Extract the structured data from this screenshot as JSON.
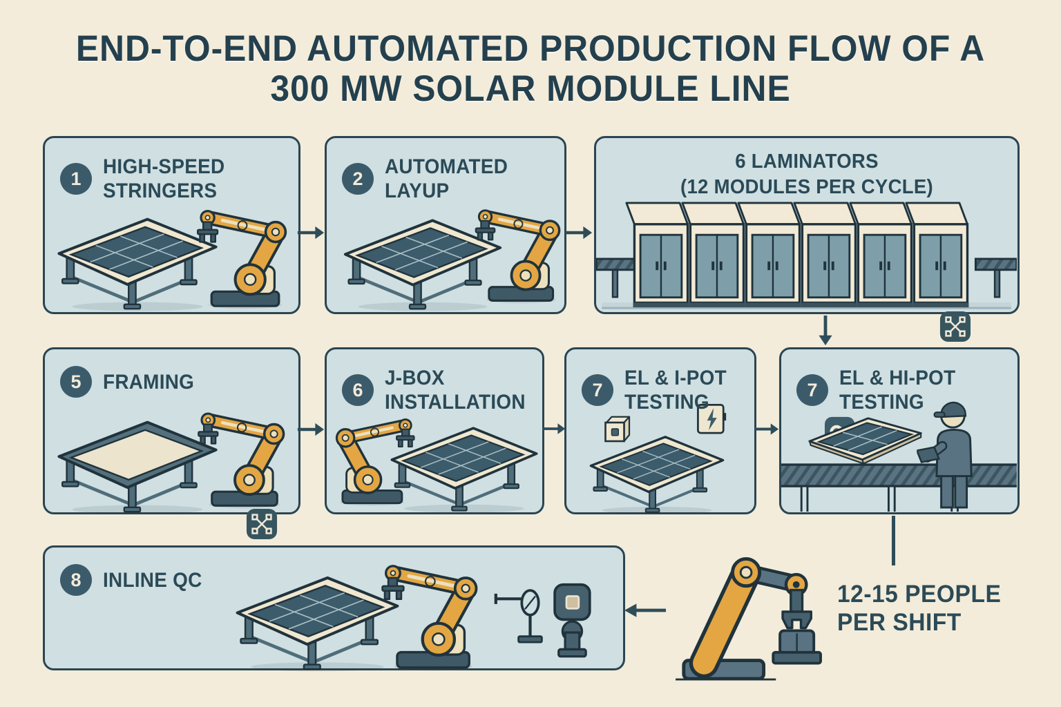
{
  "title": {
    "line1": "END-TO-END AUTOMATED PRODUCTION FLOW OF A",
    "line2": "300 MW SOLAR MODULE LINE"
  },
  "panels": {
    "stringers": {
      "number": "1",
      "line1": "HIGH-SPEED",
      "line2": "STRINGERS"
    },
    "layup": {
      "number": "2",
      "line1": "AUTOMATED",
      "line2": "LAYUP"
    },
    "laminators": {
      "line1": "6 LAMINATORS",
      "line2": "(12 MODULES PER CYCLE)"
    },
    "framing": {
      "number": "5",
      "line1": "FRAMING"
    },
    "jbox": {
      "number": "6",
      "line1": "J-BOX",
      "line2": "INSTALLATION"
    },
    "el_ipot": {
      "number": "7",
      "line1": "EL & I-POT",
      "line2": "TESTING"
    },
    "el_hipot": {
      "number": "7",
      "line1": "EL & HI-POT",
      "line2": "TESTING"
    },
    "inline_qc": {
      "number": "8",
      "line1": "INLINE QC"
    }
  },
  "caption": {
    "line1": "12-15 PEOPLE",
    "line2": "PER SHIFT"
  },
  "icons": {
    "expand": "expand-icon",
    "camera": "camera-icon",
    "lightning": "lightning-icon",
    "el_tester": "el-tester-box-icon",
    "arrow_right": "right-arrow-icon",
    "arrow_down": "down-arrow-icon",
    "arrow_left": "left-arrow-icon"
  },
  "colors": {
    "background": "#f3ecda",
    "panel_fill": "#cfdfe2",
    "panel_border": "#2b4551",
    "text": "#2b4a57",
    "title_text": "#24404e",
    "badge": "#3b5b6b",
    "robot_orange": "#e3a643",
    "laminator_door": "#7e9faa",
    "arrow": "#2e4d59"
  }
}
